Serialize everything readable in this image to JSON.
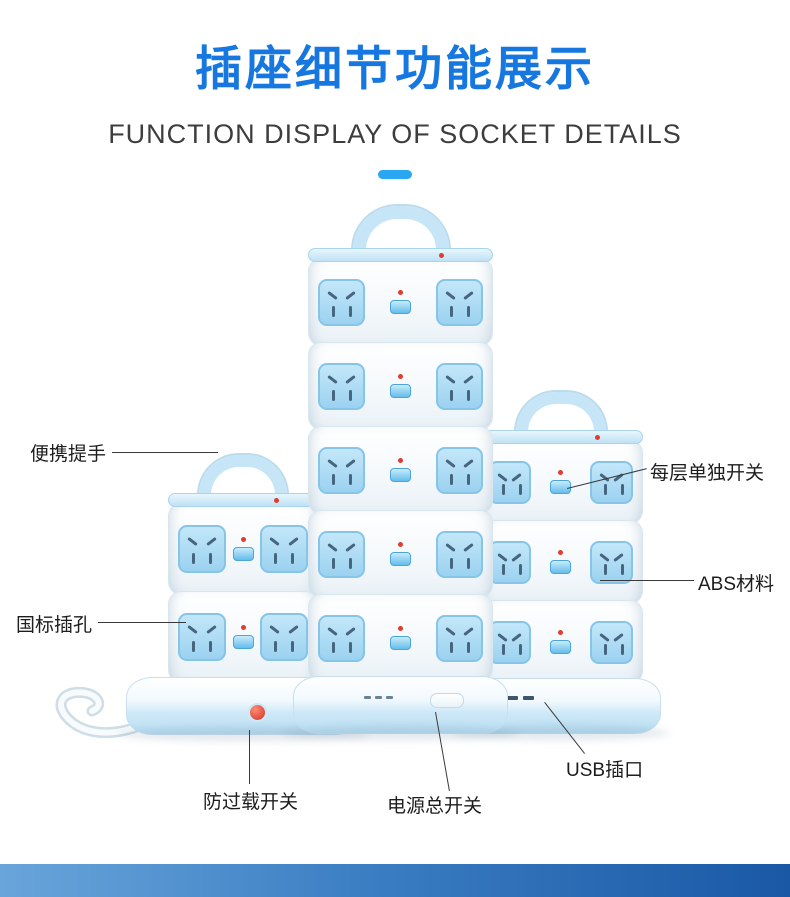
{
  "header": {
    "title": "插座细节功能展示",
    "subtitle": "FUNCTION DISPLAY OF SOCKET DETAILS"
  },
  "labels": {
    "handle": "便携提手",
    "gb_socket": "国标插孔",
    "per_layer_switch": "每层单独开关",
    "abs_material": "ABS材料",
    "usb_port": "USB插口",
    "overload_switch": "防过载开关",
    "main_switch": "电源总开关"
  },
  "colors": {
    "title_blue": "#1677e0",
    "divider_blue": "#2aa7f2",
    "socket_blue": "#9bd2f0",
    "led_red": "#e23b30",
    "bottom_bar_left": "#69a5db",
    "bottom_bar_right": "#1a58a6"
  }
}
